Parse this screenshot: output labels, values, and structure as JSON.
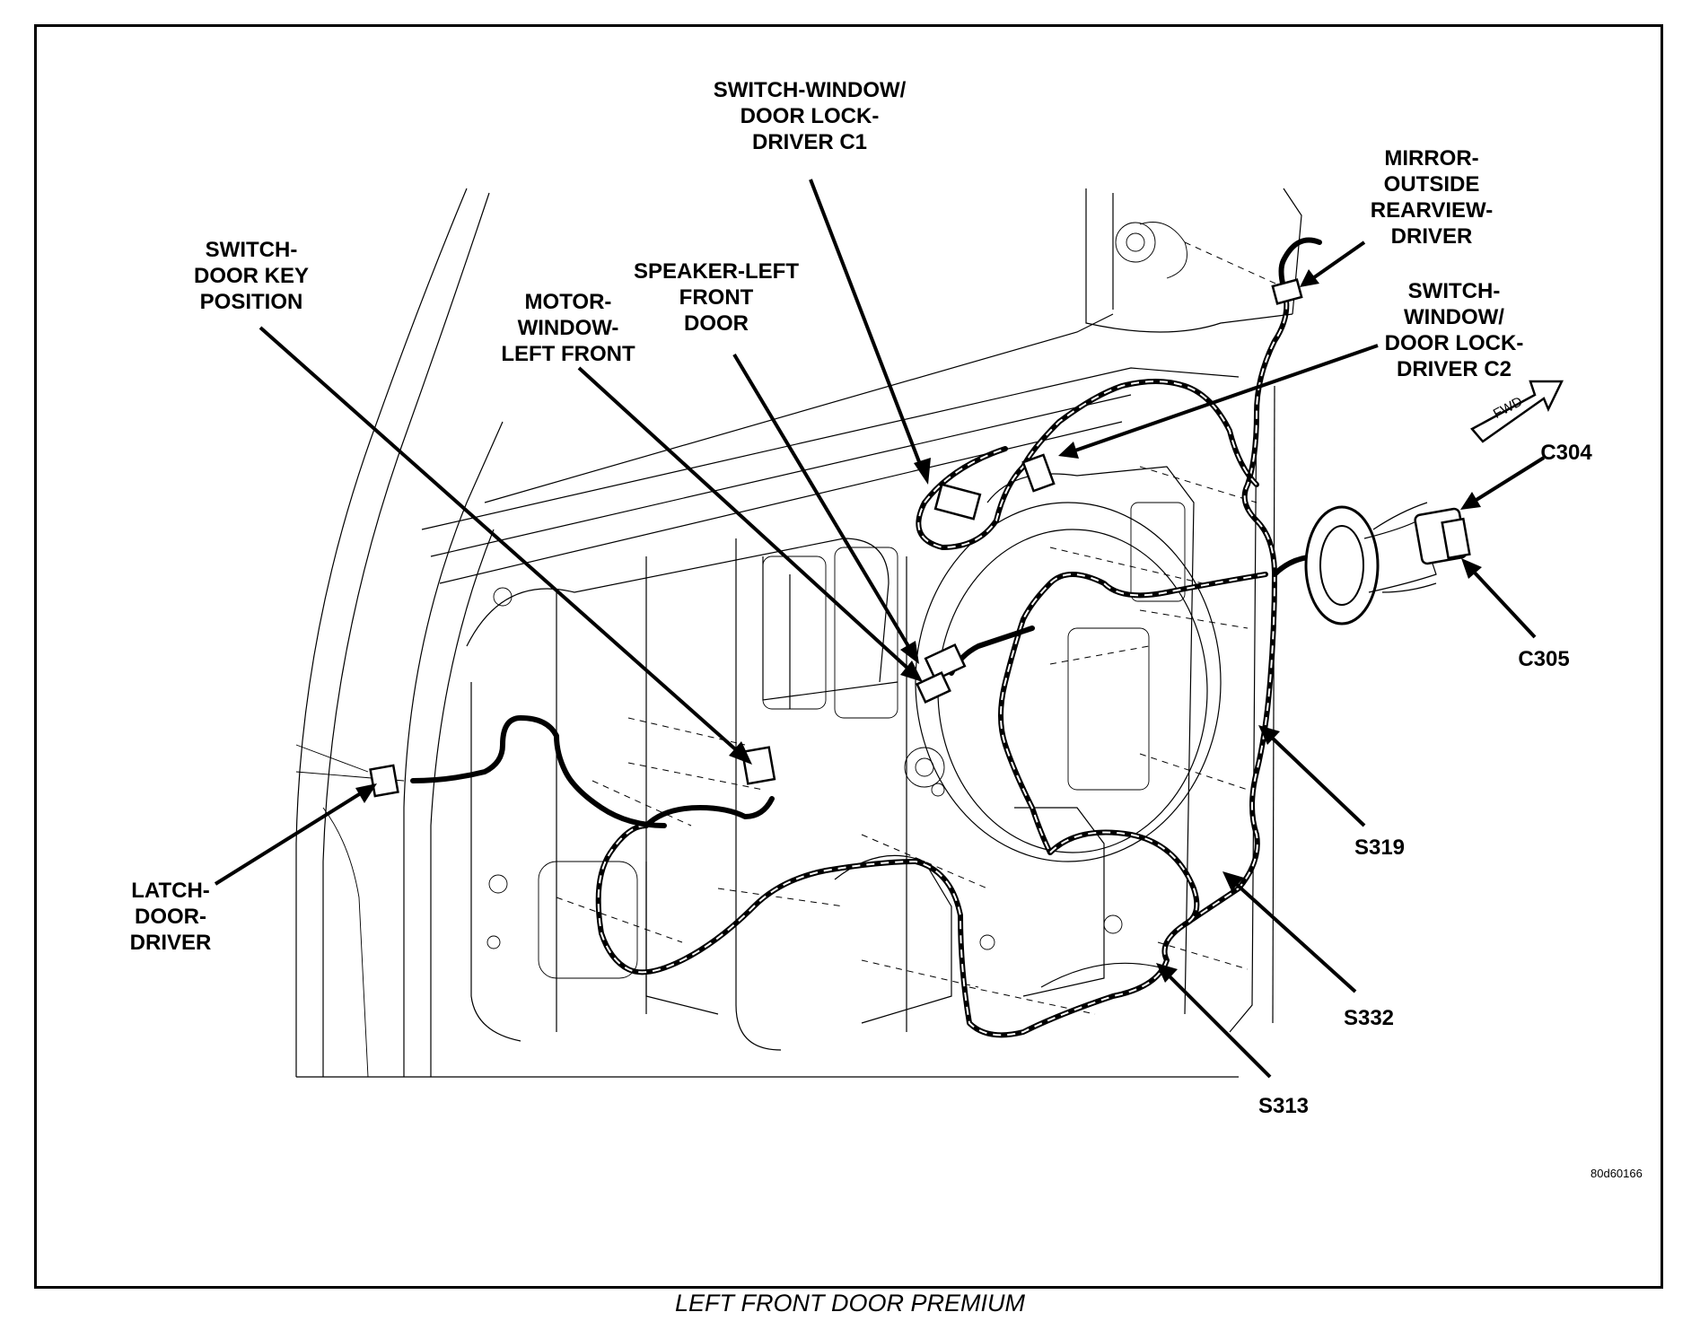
{
  "labels": {
    "switch_window_c1": "SWITCH-WINDOW/\nDOOR LOCK-\nDRIVER C1",
    "mirror": "MIRROR-\nOUTSIDE\nREARVIEW-\nDRIVER",
    "switch_key": "SWITCH-\nDOOR KEY\nPOSITION",
    "speaker": "SPEAKER-LEFT\nFRONT\nDOOR",
    "motor": "MOTOR-\nWINDOW-\nLEFT FRONT",
    "switch_window_c2": "SWITCH-\nWINDOW/\nDOOR LOCK-\nDRIVER C2",
    "fwd": "FWD",
    "c304": "C304",
    "c305": "C305",
    "latch": "LATCH-\nDOOR-\nDRIVER",
    "s319": "S319",
    "s332": "S332",
    "s313": "S313"
  },
  "figure_code": "80d60166",
  "caption": "LEFT FRONT DOOR PREMIUM"
}
